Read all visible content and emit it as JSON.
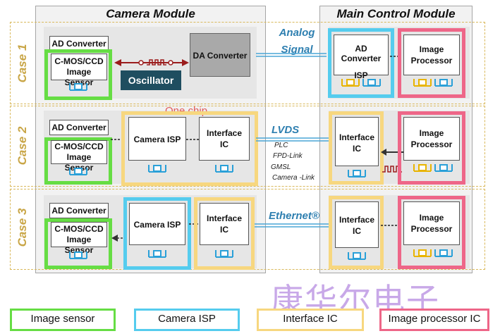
{
  "modules": {
    "camera_title": "Camera Module",
    "main_title": "Main Control Module"
  },
  "cases": [
    "Case 1",
    "Case 2",
    "Case 3"
  ],
  "case1": {
    "ad_converter": "AD Converter",
    "sensor": "C-MOS/CCD\nImage Sensor",
    "oscillator": "Oscillator",
    "da_converter": "DA Converter",
    "link_label": "Analog\nSignal",
    "main_ad": "AD Converter",
    "main_isp": "ISP",
    "main_processor": "Image\nProcessor"
  },
  "case2": {
    "one_chip": "One chip",
    "ad_converter": "AD Converter",
    "sensor": "C-MOS/CCD\nImage Sensor",
    "camera_isp": "Camera ISP",
    "interface": "Interface\nIC",
    "link_label": "LVDS",
    "link_options": [
      "PLC",
      "FPD-Link",
      "GMSL",
      "Camera -Link"
    ],
    "main_interface": "Interface\nIC",
    "main_processor": "Image\nProcessor"
  },
  "case3": {
    "ad_converter": "AD Converter",
    "sensor": "C-MOS/CCD\nImage Sensor",
    "camera_isp": "Camera ISP",
    "interface": "Interface\nIC",
    "link_label": "Ethernet®",
    "main_interface": "Interface\nIC",
    "main_processor": "Image\nProcessor"
  },
  "legend": {
    "image_sensor": "Image sensor",
    "camera_isp": "Camera ISP",
    "interface_ic": "Interface IC",
    "image_processor_ic": "Image processor IC"
  },
  "watermark": "康华尔电子",
  "colors": {
    "green": "#66dd44",
    "blue": "#55ccee",
    "yellow": "#f7d77f",
    "pink": "#ee6688",
    "case_gold": "#c9a647",
    "link_blue": "#2e7fb0",
    "signal_red": "#9b1c1c",
    "oscillator": "#1f4e60"
  }
}
